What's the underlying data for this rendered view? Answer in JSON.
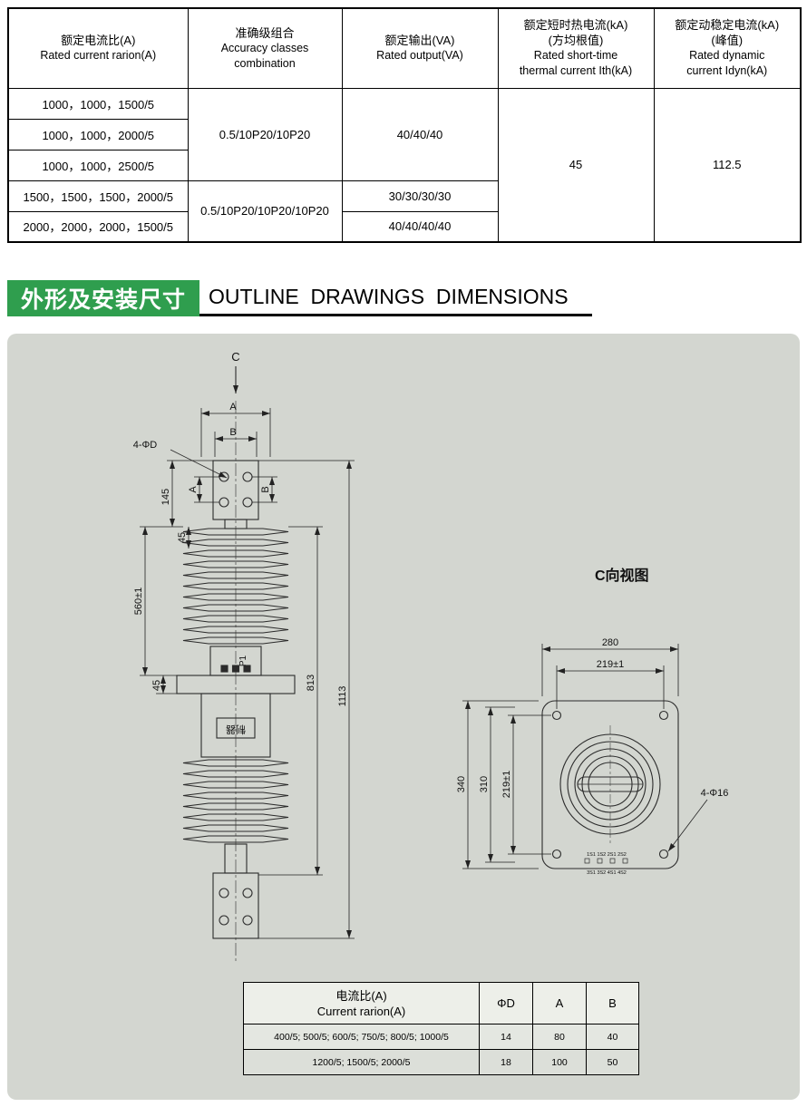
{
  "spec_table": {
    "headers": {
      "col1_zh": "额定电流比(A)",
      "col1_en": "Rated current rarion(A)",
      "col2_zh": "准确级组合",
      "col2_en_l1": "Accuracy classes",
      "col2_en_l2": "combination",
      "col3_zh": "额定输出(VA)",
      "col3_en": "Rated output(VA)",
      "col4_l1": "额定短时热电流(kA)",
      "col4_l2": "(方均根值)",
      "col4_l3": "Rated short-time",
      "col4_l4": "thermal current Ith(kA)",
      "col5_l1": "额定动稳定电流(kA)",
      "col5_l2": "(峰值)",
      "col5_l3": "Rated dynamic",
      "col5_l4": "current Idyn(kA)"
    },
    "rows": {
      "ratio1": "1000，1000，1500/5",
      "ratio2": "1000，1000，2000/5",
      "ratio3": "1000，1000，2500/5",
      "ratio4": "1500，1500，1500，2000/5",
      "ratio5": "2000，2000，2000，1500/5",
      "accuracy_a": "0.5/10P20/10P20",
      "accuracy_b": "0.5/10P20/10P20/10P20",
      "output_a": "40/40/40",
      "output_b": "30/30/30/30",
      "output_c": "40/40/40/40",
      "thermal": "45",
      "dynamic": "112.5"
    }
  },
  "section": {
    "title_zh": "外形及安装尺寸",
    "title_en": "OUTLINE  DRAWINGS  DIMENSIONS"
  },
  "drawing": {
    "left": {
      "c_label": "C",
      "dim_a": "A",
      "dim_b": "B",
      "holes_label": "4-ΦD",
      "dim_a_side": "A",
      "dim_b_side": "B",
      "dim_145": "145",
      "dim_45_top": "45",
      "dim_560": "560±1",
      "dim_45_flange": "45",
      "dim_813": "813",
      "dim_1113": "1113",
      "p1_label": "P1",
      "nameplate": "制器"
    },
    "right": {
      "title": "C向视图",
      "dim_280": "280",
      "dim_219_top": "219±1",
      "dim_340": "340",
      "dim_310": "310",
      "dim_219_left": "219±1",
      "holes_label": "4-Φ16",
      "terminals_row1": "1S1 1S2 2S1 2S2",
      "terminals_row2": "3S1 3S2 4S1 4S2"
    },
    "dim_table": {
      "header_zh": "电流比(A)",
      "header_en": "Current rarion(A)",
      "col_d": "ΦD",
      "col_a": "A",
      "col_b": "B",
      "row1": {
        "ratio": "400/5; 500/5; 600/5; 750/5; 800/5; 1000/5",
        "d": "14",
        "a": "80",
        "b": "40"
      },
      "row2": {
        "ratio": "1200/5; 1500/5; 2000/5",
        "d": "18",
        "a": "100",
        "b": "50"
      }
    }
  }
}
